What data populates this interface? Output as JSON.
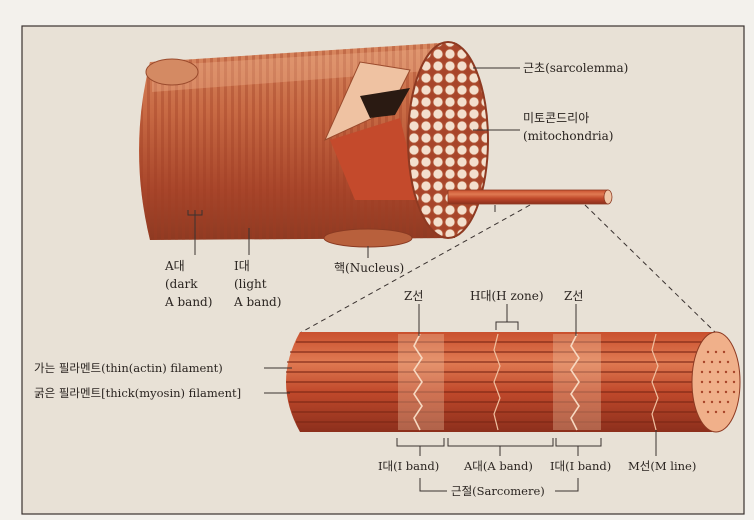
{
  "labels": {
    "sarcolemma": "근초(sarcolemma)",
    "mitochondria_ko": "미토콘드리아",
    "mitochondria_en": "(mitochondria)",
    "a_band_top_1": "A대",
    "a_band_top_2": "(dark",
    "a_band_top_3": "A band)",
    "i_band_top_1": "I대",
    "i_band_top_2": "(light",
    "i_band_top_3": "A band)",
    "nucleus": "핵(Nucleus)",
    "z_line_left": "Z선",
    "h_zone": "H대(H zone)",
    "z_line_right": "Z선",
    "thin_filament": "가는 필라멘트(thin(actin) filament)",
    "thick_filament": "굵은 필라멘트[thick(myosin) filament]",
    "i_band_left": "I대(I band)",
    "a_band": "A대(A band)",
    "i_band_right": "I대(I band)",
    "m_line": "M선(M line)",
    "sarcomere": "근절(Sarcomere)"
  },
  "colors": {
    "background": "#e8e1d6",
    "frame": "#fbfaf7",
    "muscle_dark": "#b24a2c",
    "muscle_light": "#e6a27a",
    "fibril_cross_section": "#f6e6d8"
  }
}
